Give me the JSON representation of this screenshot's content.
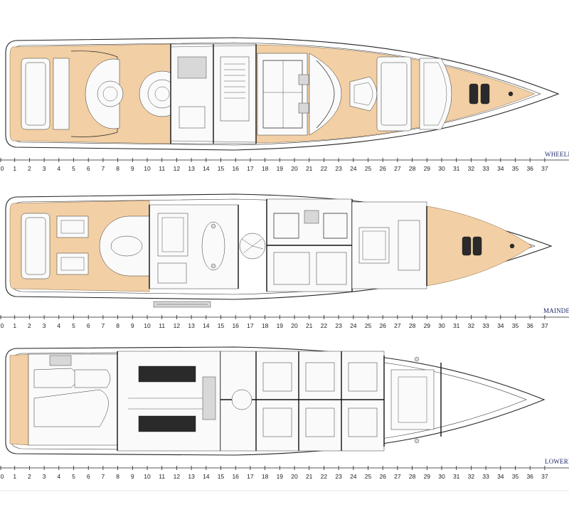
{
  "decks": [
    {
      "id": "wheelhouse",
      "label": "WHEELH",
      "ruler_numbers": [
        "0",
        "1",
        "2",
        "3",
        "4",
        "5",
        "6",
        "7",
        "8",
        "9",
        "10",
        "11",
        "12",
        "13",
        "14",
        "15",
        "16",
        "17",
        "18",
        "19",
        "20",
        "21",
        "22",
        "23",
        "24",
        "25",
        "26",
        "27",
        "28",
        "29",
        "30",
        "31",
        "32",
        "33",
        "34",
        "35",
        "36",
        "37"
      ]
    },
    {
      "id": "main",
      "label": "MAINDEC",
      "ruler_numbers": [
        "0",
        "1",
        "2",
        "3",
        "4",
        "5",
        "6",
        "7",
        "8",
        "9",
        "10",
        "11",
        "12",
        "13",
        "14",
        "15",
        "16",
        "17",
        "18",
        "19",
        "20",
        "21",
        "22",
        "23",
        "24",
        "25",
        "26",
        "27",
        "28",
        "29",
        "30",
        "31",
        "32",
        "33",
        "34",
        "35",
        "36",
        "37"
      ]
    },
    {
      "id": "lower",
      "label": "LOWERD",
      "ruler_numbers": [
        "0",
        "1",
        "2",
        "3",
        "4",
        "5",
        "6",
        "7",
        "8",
        "9",
        "10",
        "11",
        "12",
        "13",
        "14",
        "15",
        "16",
        "17",
        "18",
        "19",
        "20",
        "21",
        "22",
        "23",
        "24",
        "25",
        "26",
        "27",
        "28",
        "29",
        "30",
        "31",
        "32",
        "33",
        "34",
        "35",
        "36",
        "37"
      ]
    }
  ],
  "colors": {
    "teak": "#f2cfa4",
    "label": "#1e2a6b",
    "line": "#222222"
  }
}
